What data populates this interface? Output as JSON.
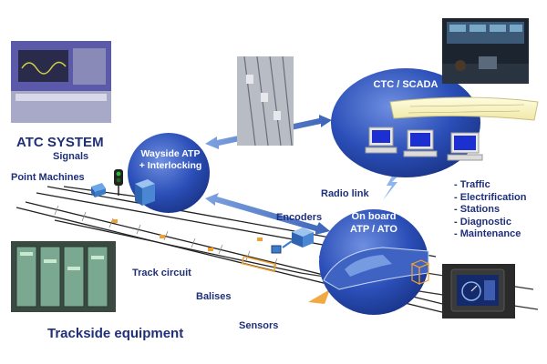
{
  "title": "ATC SYSTEM",
  "labels": {
    "signals": "Signals",
    "point_machines": "Point Machines",
    "wayside_atp": "Wayside ATP",
    "interlocking": "+ Interlocking",
    "ctc_scada": "CTC / SCADA",
    "radio_link": "Radio link",
    "encoders": "Encoders",
    "onboard": "On board",
    "atp_ato": "ATP / ATO",
    "track_circuit": "Track circuit",
    "balises": "Balises",
    "sensors": "Sensors",
    "trackside_equipment": "Trackside equipment"
  },
  "functions": [
    "- Traffic",
    "- Electrification",
    "- Stations",
    "- Diagnostic",
    "- Maintenance"
  ],
  "colors": {
    "navy_text": "#1f2f7a",
    "node_blue": "#2b4fb8",
    "link_blue": "#4a78c8",
    "accent_orange": "#f0a030",
    "device_blue": "#3a7cc8"
  }
}
